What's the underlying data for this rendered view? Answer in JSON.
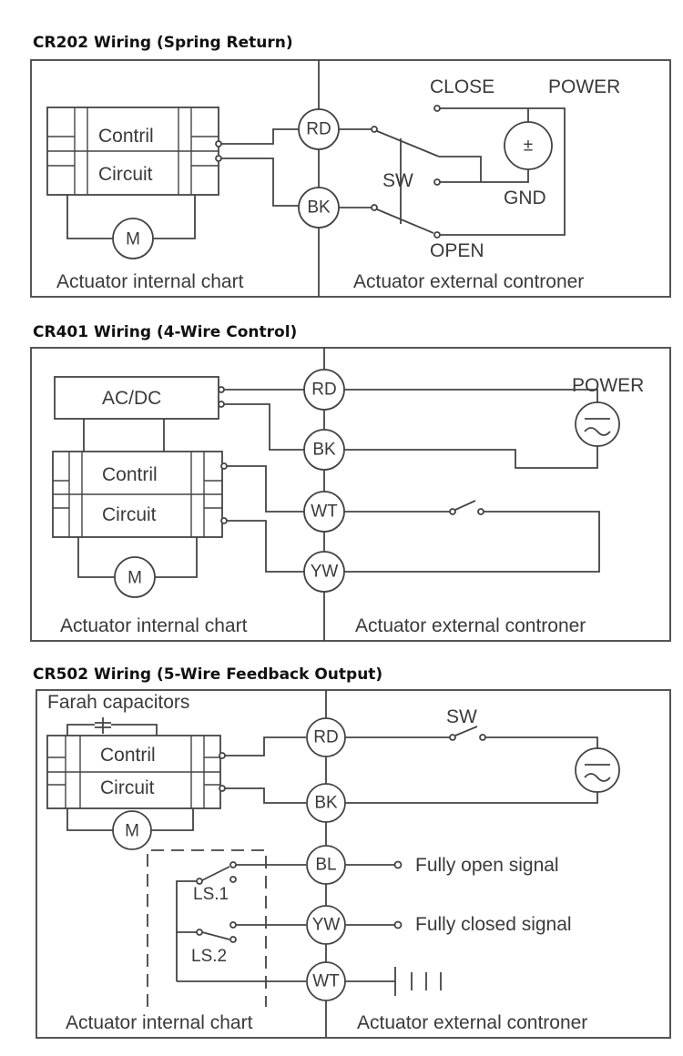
{
  "cr202": {
    "title": "CR202 Wiring (Spring Return)",
    "controller": [
      "Contril",
      "Circuit"
    ],
    "motor": "M",
    "terminals": [
      "RD",
      "BK"
    ],
    "switch": "SW",
    "close": "CLOSE",
    "power": "POWER",
    "pm": "±",
    "gnd": "GND",
    "open": "OPEN",
    "internal": "Actuator internal chart",
    "external": "Actuator external controner"
  },
  "cr401": {
    "title": "CR401 Wiring (4-Wire Control)",
    "acdc": "AC/DC",
    "controller": [
      "Contril",
      "Circuit"
    ],
    "motor": "M",
    "terminals": [
      "RD",
      "BK",
      "WT",
      "YW"
    ],
    "power": "POWER",
    "internal": "Actuator internal chart",
    "external": "Actuator external controner"
  },
  "cr502": {
    "title": "CR502 Wiring (5-Wire Feedback Output)",
    "capacitor": "Farah capacitors",
    "controller": [
      "Contril",
      "Circuit"
    ],
    "motor": "M",
    "terminals": [
      "RD",
      "BK",
      "BL",
      "YW",
      "WT"
    ],
    "switch": "SW",
    "ls1": "LS.1",
    "ls2": "LS.2",
    "open_signal": "Fully open signal",
    "closed_signal": "Fully closed signal",
    "internal": "Actuator internal chart",
    "external": "Actuator external controner"
  }
}
